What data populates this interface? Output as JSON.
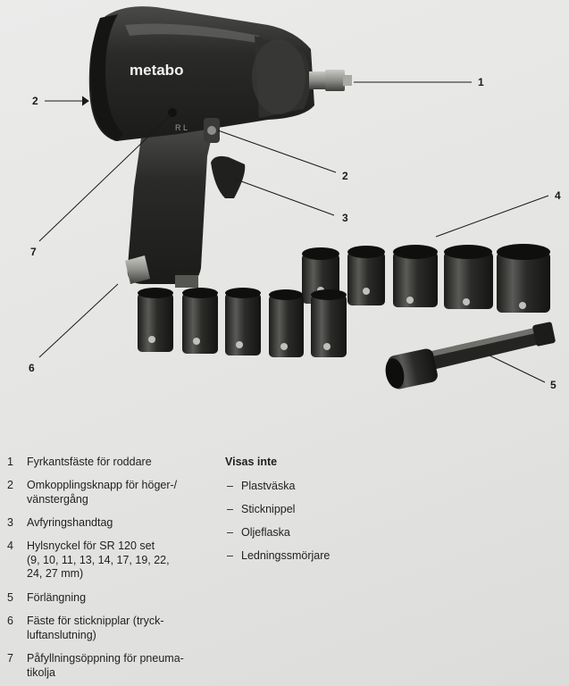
{
  "figure": {
    "brand_logo": "metabo",
    "direction_marking": "R L",
    "callouts": [
      "1",
      "2",
      "2",
      "3",
      "4",
      "5",
      "6",
      "7"
    ]
  },
  "legend": {
    "items": [
      {
        "num": "1",
        "text": "Fyrkantsfäste för roddare"
      },
      {
        "num": "2",
        "text": "Omkopplingsknapp för höger-/\nvänstergång"
      },
      {
        "num": "3",
        "text": "Avfyringshandtag"
      },
      {
        "num": "4",
        "text": "Hylsnyckel för SR 120 set\n(9, 10, 11, 13, 14, 17, 19, 22,\n24, 27 mm)"
      },
      {
        "num": "5",
        "text": "Förlängning"
      },
      {
        "num": "6",
        "text": "Fäste för sticknipplar (tryck-\nluftanslutning)"
      },
      {
        "num": "7",
        "text": "Påfyllningsöppning för pneuma-\ntikolja"
      }
    ]
  },
  "not_shown": {
    "heading": "Visas inte",
    "items": [
      "Plastväska",
      "Sticknippel",
      "Oljeflaska",
      "Ledningssmörjare"
    ]
  }
}
